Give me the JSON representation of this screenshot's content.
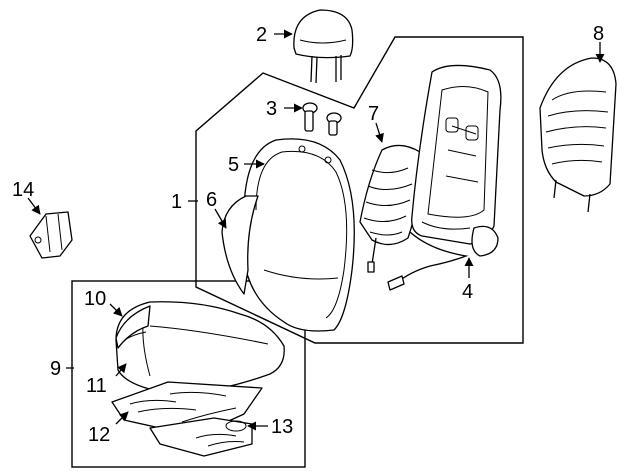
{
  "diagram": {
    "callouts": [
      {
        "id": "1",
        "label": "1"
      },
      {
        "id": "2",
        "label": "2"
      },
      {
        "id": "3",
        "label": "3"
      },
      {
        "id": "4",
        "label": "4"
      },
      {
        "id": "5",
        "label": "5"
      },
      {
        "id": "6",
        "label": "6"
      },
      {
        "id": "7",
        "label": "7"
      },
      {
        "id": "8",
        "label": "8"
      },
      {
        "id": "9",
        "label": "9"
      },
      {
        "id": "10",
        "label": "10"
      },
      {
        "id": "11",
        "label": "11"
      },
      {
        "id": "12",
        "label": "12"
      },
      {
        "id": "13",
        "label": "13"
      },
      {
        "id": "14",
        "label": "14"
      }
    ]
  }
}
